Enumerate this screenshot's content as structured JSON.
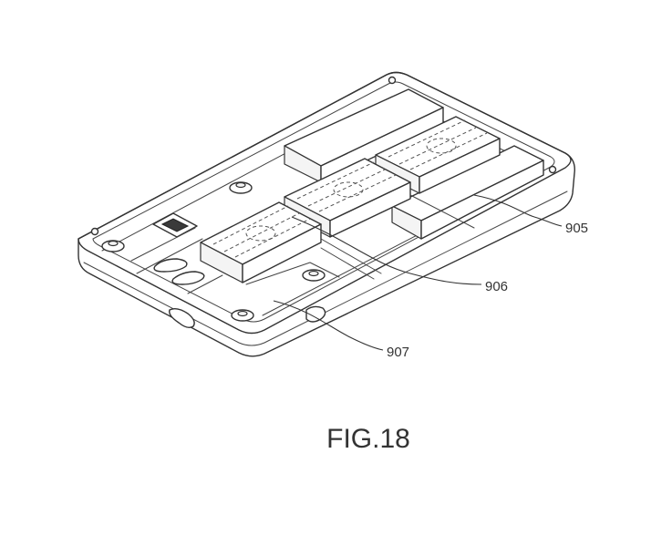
{
  "figure": {
    "caption": "FIG.18",
    "reference_labels": {
      "ref_905": "905",
      "ref_906": "906",
      "ref_907": "907"
    }
  },
  "colors": {
    "line": "#333333",
    "background": "#ffffff"
  }
}
